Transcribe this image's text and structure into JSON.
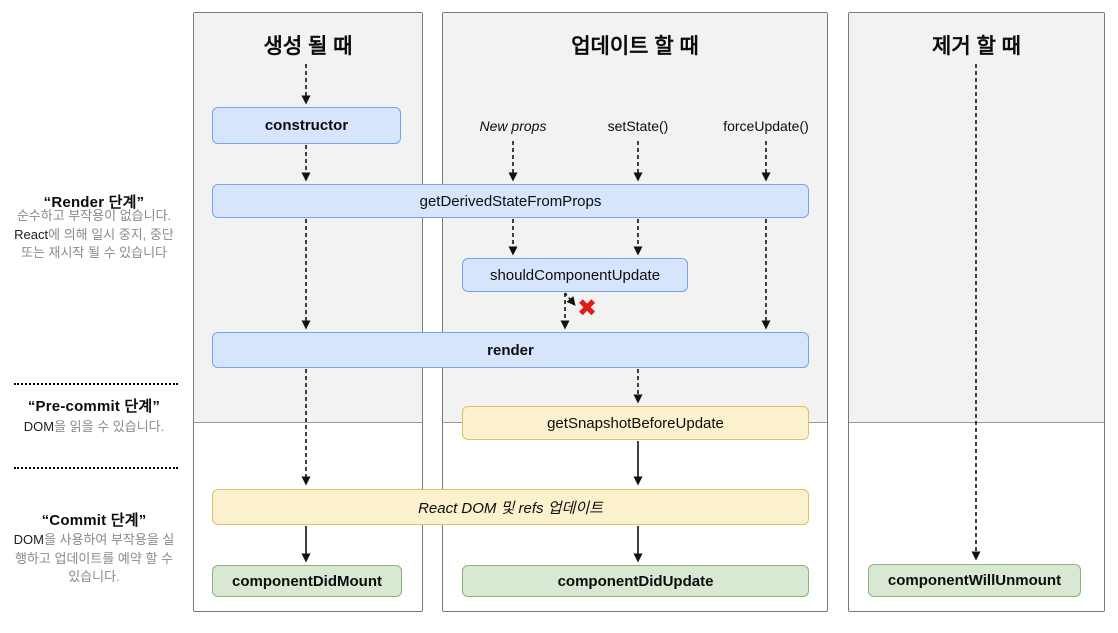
{
  "sidebar": {
    "render_phase": {
      "title": "“Render 단계”",
      "desc_pre": "순수하고 부작용이 없습니다. ",
      "desc_em": "React",
      "desc_post": "에 의해 일시 중지, 중단 또는 재시작 될 수 있습니다"
    },
    "pre_commit_phase": {
      "title": "“Pre-commit 단계”",
      "desc_em": "DOM",
      "desc_post": "을 읽을 수 있습니다."
    },
    "commit_phase": {
      "title": "“Commit 단계”",
      "desc_em": "DOM",
      "desc_post": "을 사용하여 부작용을 실행하고 업데이트를 예약 할 수 있습니다."
    }
  },
  "columns": {
    "mount": {
      "title": "생성 될 때"
    },
    "update": {
      "title": "업데이트 할 때",
      "triggers": [
        "New props",
        "setState()",
        "forceUpdate()"
      ]
    },
    "unmount": {
      "title": "제거 할 때"
    }
  },
  "nodes": {
    "constructor": "constructor",
    "get_derived_state_from_props": "getDerivedStateFromProps",
    "should_component_update": "shouldComponentUpdate",
    "render": "render",
    "get_snapshot_before_update": "getSnapshotBeforeUpdate",
    "react_dom_update": "React DOM 및 refs 업데이트",
    "component_did_mount": "componentDidMount",
    "component_did_update": "componentDidUpdate",
    "component_will_unmount": "componentWillUnmount"
  },
  "icons": {
    "skip_x": "✖"
  },
  "colors": {
    "blue_fill": "#d6e4fc",
    "blue_border": "#79a2ee",
    "yellow_fill": "#fcf1cd",
    "yellow_border": "#dcc06a",
    "green_fill": "#d8e8d2",
    "green_border": "#8ab478",
    "panel_bg": "#f2f2f2",
    "x_red": "#e01b1b"
  }
}
